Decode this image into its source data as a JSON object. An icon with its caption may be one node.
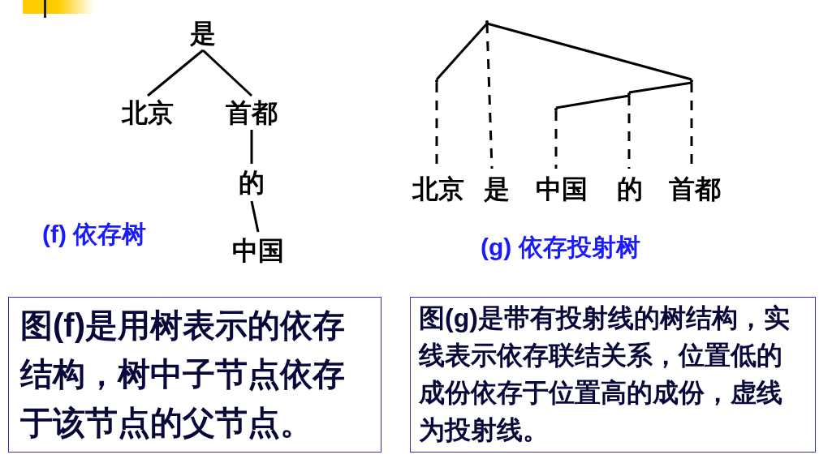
{
  "diagram": {
    "nodes": [
      {
        "text": [
          "是"
        ]
      },
      {
        "text": [
          "北京"
        ]
      },
      {
        "text": [
          "首都"
        ]
      },
      {
        "text": [
          "的"
        ]
      },
      {
        "text": [
          "中国"
        ]
      },
      {
        "text": [],
        "shape": "dot"
      },
      {
        "text": [],
        "shape": "dot"
      },
      {
        "text": [],
        "shape": "dot"
      },
      {
        "text": [],
        "shape": "dot"
      },
      {
        "text": [],
        "shape": "dot"
      },
      {
        "text": [
          "北京"
        ]
      },
      {
        "text": [
          "是"
        ]
      },
      {
        "text": [
          "中国"
        ]
      },
      {
        "text": [
          "的"
        ]
      },
      {
        "text": [
          "首都"
        ]
      },
      {
        "text": [
          "图(f)是用树表示的依存结构，树中子节点依存于该节点的父节点。"
        ]
      },
      {
        "text": [
          "图(g)是带有投射线的树结构，实线表示依存联结关系，位置低的成份依存于位置高的成份，虚线为投射线。"
        ]
      }
    ],
    "edges": [
      {
        "from": 0,
        "to": 1,
        "arrow": "none"
      },
      {
        "from": 0,
        "to": 2,
        "arrow": "none"
      },
      {
        "from": 2,
        "to": 3,
        "arrow": "none"
      },
      {
        "from": 3,
        "to": 4,
        "arrow": "none"
      },
      {
        "from": 6,
        "to": 5,
        "arrow": "none"
      },
      {
        "from": 6,
        "to": 9,
        "arrow": "none"
      },
      {
        "from": 9,
        "to": 8,
        "arrow": "none"
      },
      {
        "from": 8,
        "to": 7,
        "arrow": "none"
      },
      {
        "from": 5,
        "to": 10,
        "arrow": "none",
        "style": "dashed"
      },
      {
        "from": 6,
        "to": 11,
        "arrow": "none",
        "style": "dashed"
      },
      {
        "from": 7,
        "to": 12,
        "arrow": "none",
        "style": "dashed"
      },
      {
        "from": 8,
        "to": 13,
        "arrow": "none",
        "style": "dashed"
      },
      {
        "from": 9,
        "to": 14,
        "arrow": "none",
        "style": "dashed"
      }
    ],
    "labels": [
      "(f) 依存树",
      "(g) 依存投射树"
    ]
  }
}
